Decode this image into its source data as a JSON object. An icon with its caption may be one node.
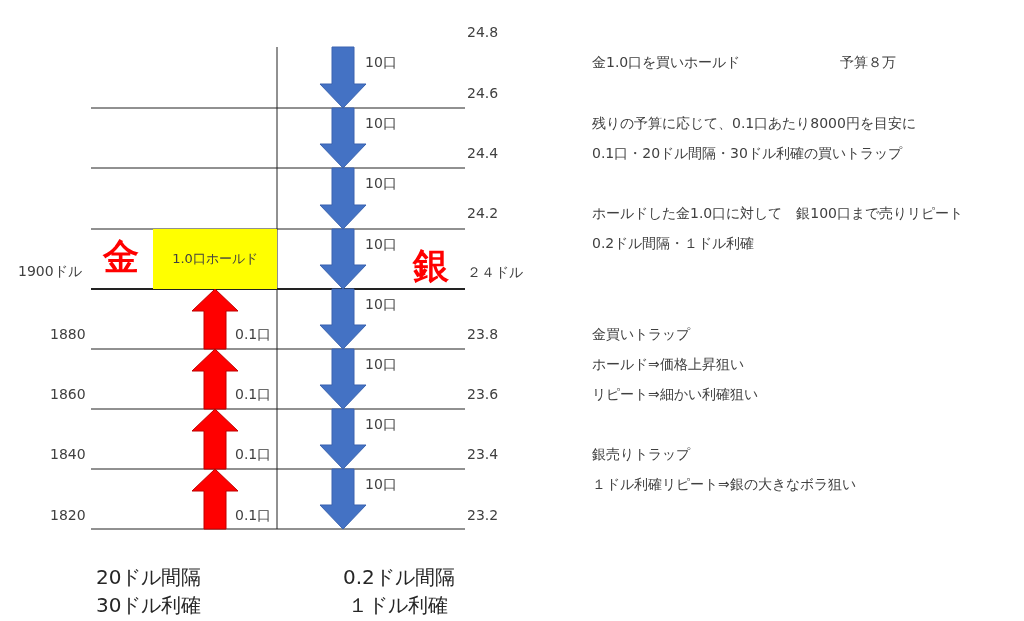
{
  "diagram": {
    "nodes": [
      {
        "text": [
          "1.0口ホールド"
        ]
      }
    ],
    "labels": [
      "24.8",
      "24.6",
      "24.4",
      "24.2",
      "２４ドル",
      "23.8",
      "23.6",
      "23.4",
      "23.2",
      "10口",
      "10口",
      "10口",
      "10口",
      "10口",
      "10口",
      "10口",
      "10口",
      "金",
      "銀",
      "1900ドル",
      "1880",
      "1860",
      "1840",
      "1820",
      "0.1口",
      "0.1口",
      "0.1口",
      "0.1口",
      "20ドル間隔",
      "30ドル利確",
      "0.2ドル間隔",
      "１ドル利確",
      "金1.0口を買いホールド",
      "予算８万",
      "残りの予算に応じて、0.1口あたり8000円を目安に",
      "0.1口・20ドル間隔・30ドル利確の買いトラップ",
      "ホールドした金1.0口に対して　銀100口まで売りリピート",
      "0.2ドル間隔・１ドル利確",
      "金買いトラップ",
      "ホールド⇒価格上昇狙い",
      "リピート⇒細かい利確狙い",
      "銀売りトラップ",
      "１ドル利確リピート⇒銀の大きなボラ狙い"
    ]
  }
}
